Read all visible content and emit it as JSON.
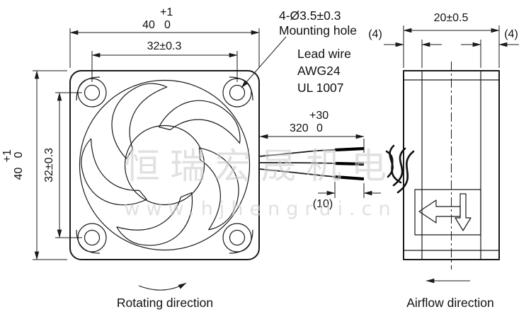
{
  "colors": {
    "line": "#1a1a1a",
    "watermark": "#c9c9c9"
  },
  "watermark": {
    "line1": "恒瑞宏晟机电",
    "line2": "www.hjhengrui.cn"
  },
  "front_view": {
    "width_dim": {
      "value": "40",
      "tol_upper": "+1",
      "tol_lower": "0"
    },
    "width_inner_dim": "32±0.3",
    "height_dim": {
      "value": "40",
      "tol_upper": "+1",
      "tol_lower": "0"
    },
    "height_inner_dim": "32±0.3",
    "mounting_hole_note": {
      "line1": "4-Ø3.5±0.3",
      "line2": "Mounting hole"
    },
    "lead_wire_note": {
      "line1": "Lead wire",
      "line2": "AWG24",
      "line3": "UL 1007"
    },
    "wire_length_dim": {
      "value": "320",
      "tol_upper": "+30",
      "tol_lower": "0"
    },
    "strip_dim": "(10)",
    "rotating_label": "Rotating direction"
  },
  "side_view": {
    "depth_dim": "20±0.5",
    "flange_left_dim": "(4)",
    "flange_right_dim": "(4)",
    "airflow_label": "Airflow direction"
  }
}
